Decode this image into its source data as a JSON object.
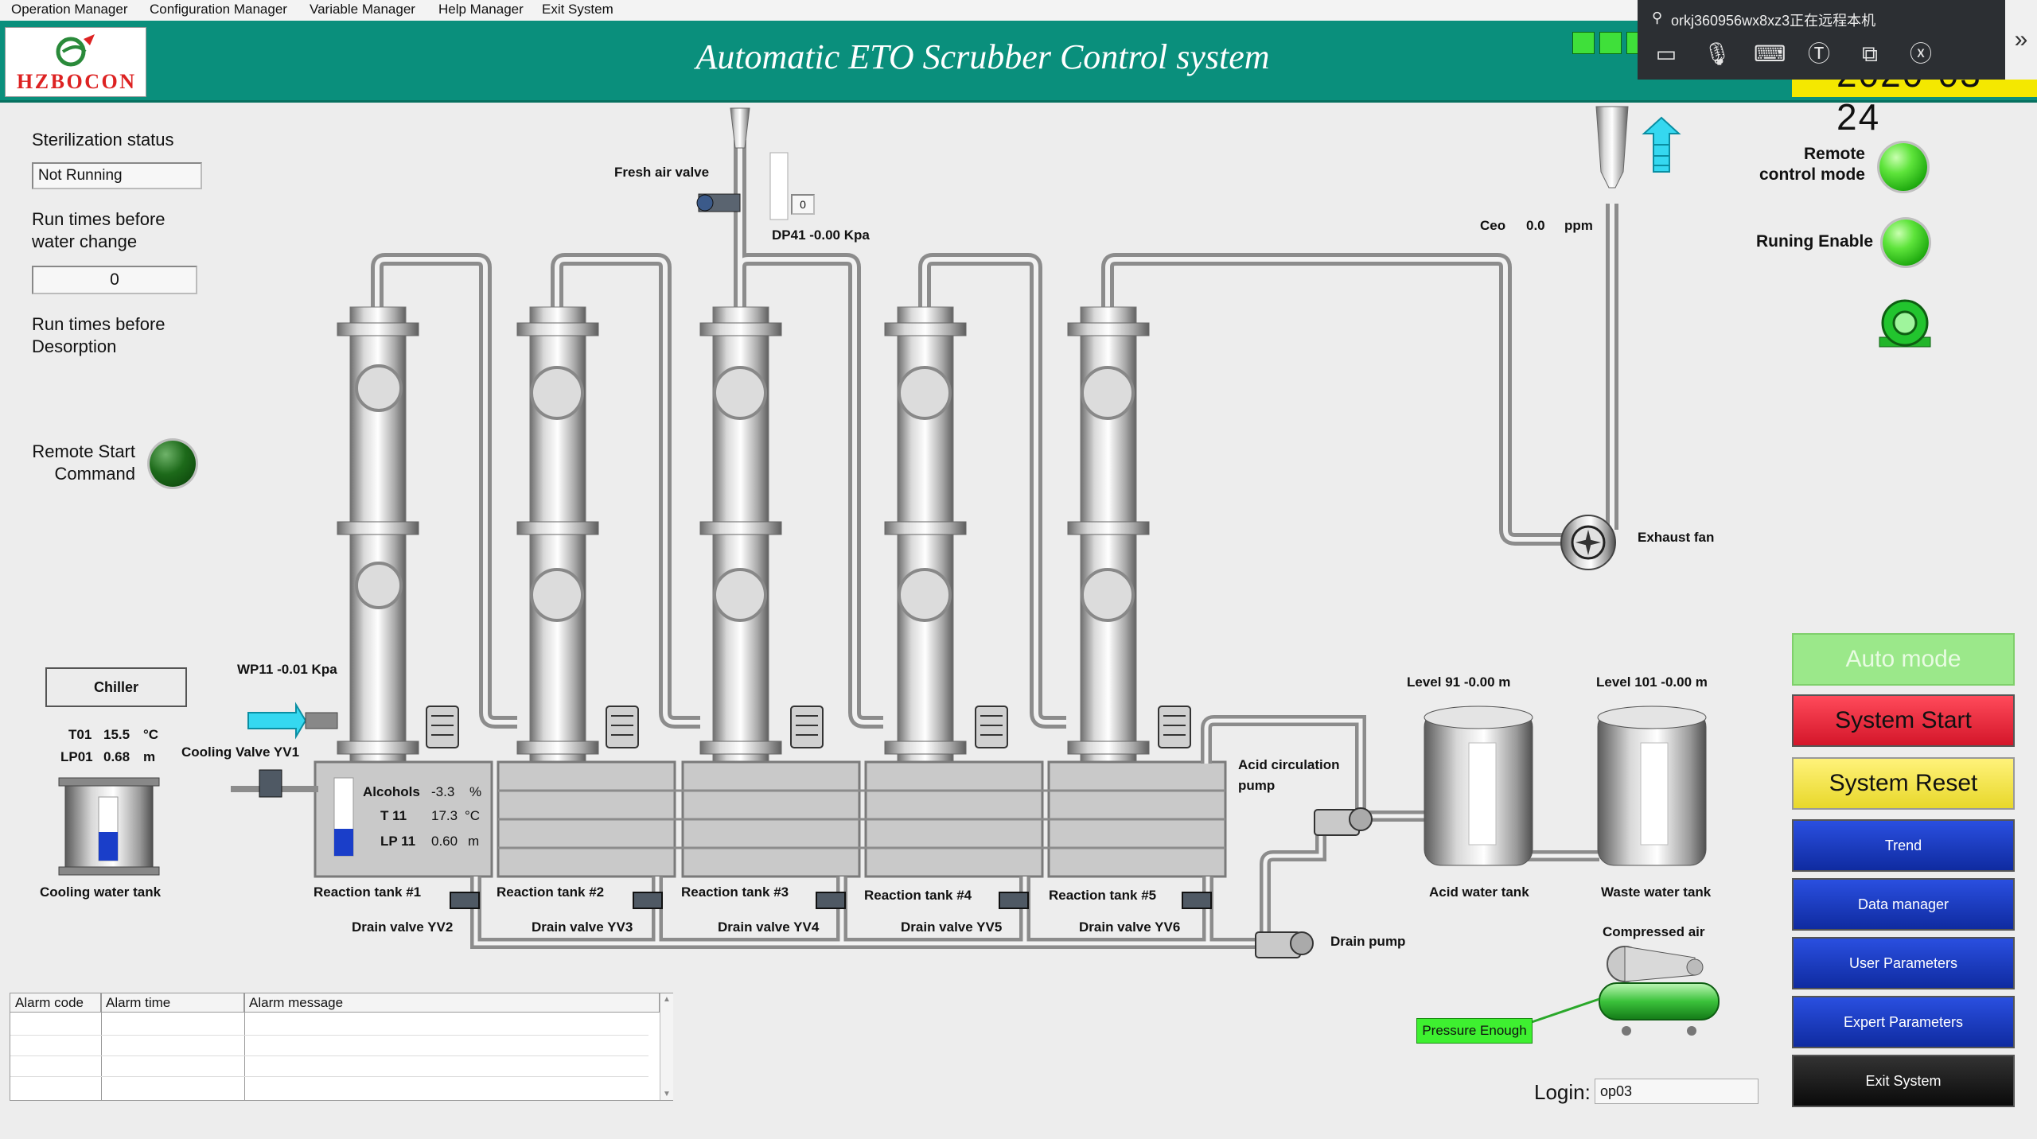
{
  "menu": [
    "Operation Manager",
    "Configuration Manager",
    "Variable Manager",
    "Help Manager",
    "Exit System"
  ],
  "header": {
    "title": "Automatic ETO Scrubber Control system",
    "logo_text": "HZBOCON",
    "date": "2020-03-24"
  },
  "remote_overlay": {
    "text": "orkj360956wx8xz3正在远程本机"
  },
  "left_panel": {
    "sterilization_label": "Sterilization status",
    "sterilization_value": "Not Running",
    "water_change_label_1": "Run times before",
    "water_change_label_2": "water change",
    "water_change_value": "0",
    "desorption_label_1": "Run times before",
    "desorption_label_2": "Desorption",
    "remote_start_label_1": "Remote Start",
    "remote_start_label_2": "Command"
  },
  "status": {
    "remote_mode_1": "Remote",
    "remote_mode_2": "control mode",
    "running_enable": "Runing Enable"
  },
  "process": {
    "fresh_air_valve": "Fresh air valve",
    "fresh_air_value": "0",
    "dp41": "DP41 -0.00 Kpa",
    "ceo_label": "Ceo",
    "ceo_value": "0.0",
    "ceo_unit": "ppm",
    "exhaust_fan": "Exhaust fan",
    "wp11": "WP11 -0.01 Kpa",
    "cooling_valve": "Cooling Valve YV1",
    "chiller": "Chiller",
    "t01_label": "T01",
    "t01_value": "15.5",
    "t01_unit": "°C",
    "lp01_label": "LP01",
    "lp01_value": "0.68",
    "lp01_unit": "m",
    "cooling_water_tank": "Cooling water tank",
    "alcohols_label": "Alcohols",
    "alcohols_value": "-3.3",
    "alcohols_unit": "%",
    "t11_label": "T 11",
    "t11_value": "17.3",
    "t11_unit": "°C",
    "lp11_label": "LP 11",
    "lp11_value": "0.60",
    "lp11_unit": "m",
    "reaction_tanks": [
      "Reaction tank #1",
      "Reaction tank #2",
      "Reaction tank #3",
      "Reaction tank #4",
      "Reaction tank #5"
    ],
    "drain_valves": [
      "Drain valve YV2",
      "Drain valve YV3",
      "Drain valve YV4",
      "Drain valve YV5",
      "Drain valve YV6"
    ],
    "acid_circulation_pump_1": "Acid circulation",
    "acid_circulation_pump_2": "pump",
    "level91": "Level 91  -0.00  m",
    "level101": "Level 101  -0.00  m",
    "acid_water_tank": "Acid water tank",
    "waste_water_tank": "Waste water tank",
    "drain_pump": "Drain pump",
    "compressed_air": "Compressed air",
    "pressure_status": "Pressure Enough",
    "cooling_level_fraction": 0.45,
    "reaction_level_fraction": 0.35
  },
  "buttons": {
    "auto_mode": "Auto mode",
    "system_start": "System Start",
    "system_reset": "System Reset",
    "trend": "Trend",
    "data_manager": "Data manager",
    "user_parameters": "User Parameters",
    "expert_parameters": "Expert Parameters",
    "exit_system": "Exit System"
  },
  "alarm_table": {
    "columns": [
      "Alarm code",
      "Alarm time",
      "Alarm message"
    ]
  },
  "login": {
    "label": "Login:",
    "value": "op03"
  },
  "colors": {
    "header": "#0a8f7c",
    "auto_mode": "#9be88a",
    "system_start": "#e8283a",
    "system_reset": "#f5e84a",
    "nav_button": "#1636b8",
    "exit_button": "#111111",
    "indicator_green": "#3fe03a"
  }
}
